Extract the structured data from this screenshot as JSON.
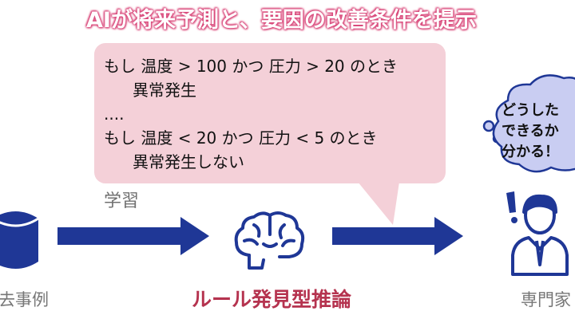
{
  "title": "AIが将来予測と、要因の改善条件を提示",
  "rules": {
    "line1": "もし 温度 > 100 かつ 圧力 > 20 のとき",
    "line2": "異常発生",
    "line3": "....",
    "line4": "もし 温度 < 20 かつ 圧力 < 5 のとき",
    "line5": "異常発生しない"
  },
  "labels": {
    "learn": "学習",
    "past_cases": "去事例",
    "method": "ルール発見型推論",
    "expert": "専門家"
  },
  "thought": {
    "line1": "どうした",
    "line2": "できるか",
    "line3": "分かる！"
  },
  "colors": {
    "navy": "#1f3796",
    "pink_box": "#f4d0d8",
    "method_text": "#b5334f",
    "thought_cloud": "#c9cdf2"
  },
  "icons": {
    "database": "database-icon",
    "brain": "brain-icon",
    "expert": "expert-person-icon"
  }
}
